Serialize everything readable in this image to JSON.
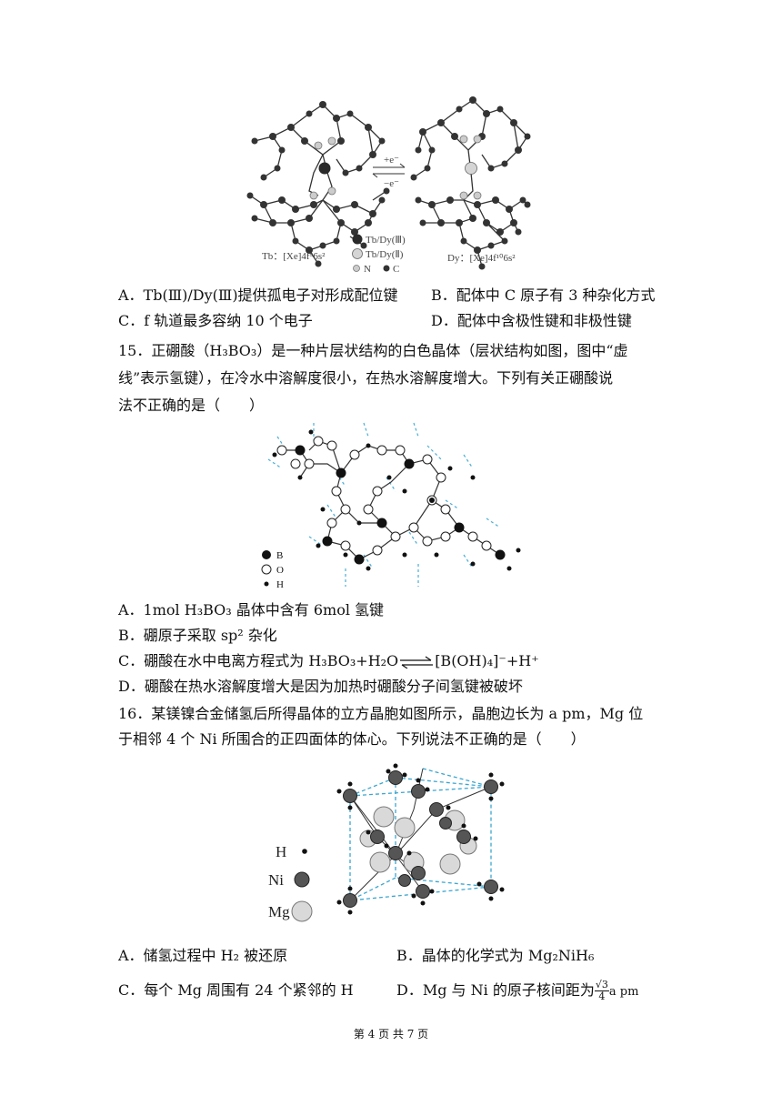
{
  "fig14": {
    "arrow_top": "+e⁻",
    "arrow_bottom": "−e⁻",
    "tb_config": "Tb：[Xe]4f⁹6s²",
    "dy_config": "Dy：[Xe]4f¹⁰6s²",
    "legend": [
      "Tb/Dy(Ⅲ)",
      "Tb/Dy(Ⅱ)",
      "N",
      "C"
    ]
  },
  "q14_options": {
    "A": "A．Tb(Ⅲ)/Dy(Ⅲ)提供孤电子对形成配位键",
    "B": "B．配体中 C 原子有 3 种杂化方式",
    "C": "C．f 轨道最多容纳 10 个电子",
    "D": "D．配体中含极性键和非极性键"
  },
  "q15": {
    "line1": "15．正硼酸（H₃BO₃）是一种片层状结构的白色晶体（层状结构如图，图中“虚",
    "line2": "线”表示氢键），在冷水中溶解度很小，在热水溶解度增大。下列有关正硼酸说",
    "line3": "法不正确的是（　　）",
    "legend": [
      "B",
      "O",
      "H"
    ],
    "A": "A．1mol H₃BO₃ 晶体中含有 6mol 氢键",
    "B": "B．硼原子采取 sp² 杂化",
    "C_prefix": "C．硼酸在水中电离方程式为 H₃BO₃+H₂O",
    "C_suffix": "[B(OH)₄]⁻+H⁺",
    "D": "D．硼酸在热水溶解度增大是因为加热时硼酸分子间氢键被破坏"
  },
  "q16": {
    "line1": "16．某镁镍合金储氢后所得晶体的立方晶胞如图所示，晶胞边长为 a pm，Mg 位",
    "line2": "于相邻 4 个 Ni 所围合的正四面体的体心。下列说法不正确的是（　　）",
    "legend": [
      "H",
      "Ni",
      "Mg"
    ],
    "A": "A．储氢过程中 H₂ 被还原",
    "B": "B．晶体的化学式为 Mg₂NiH₆",
    "C": "C．每个 Mg 周围有 24 个紧邻的 H",
    "D_prefix": "D．Mg 与 Ni 的原子核间距为",
    "D_num": "√3",
    "D_den": "4",
    "D_suffix": "a pm"
  },
  "footer": "第 4 页 共 7 页"
}
